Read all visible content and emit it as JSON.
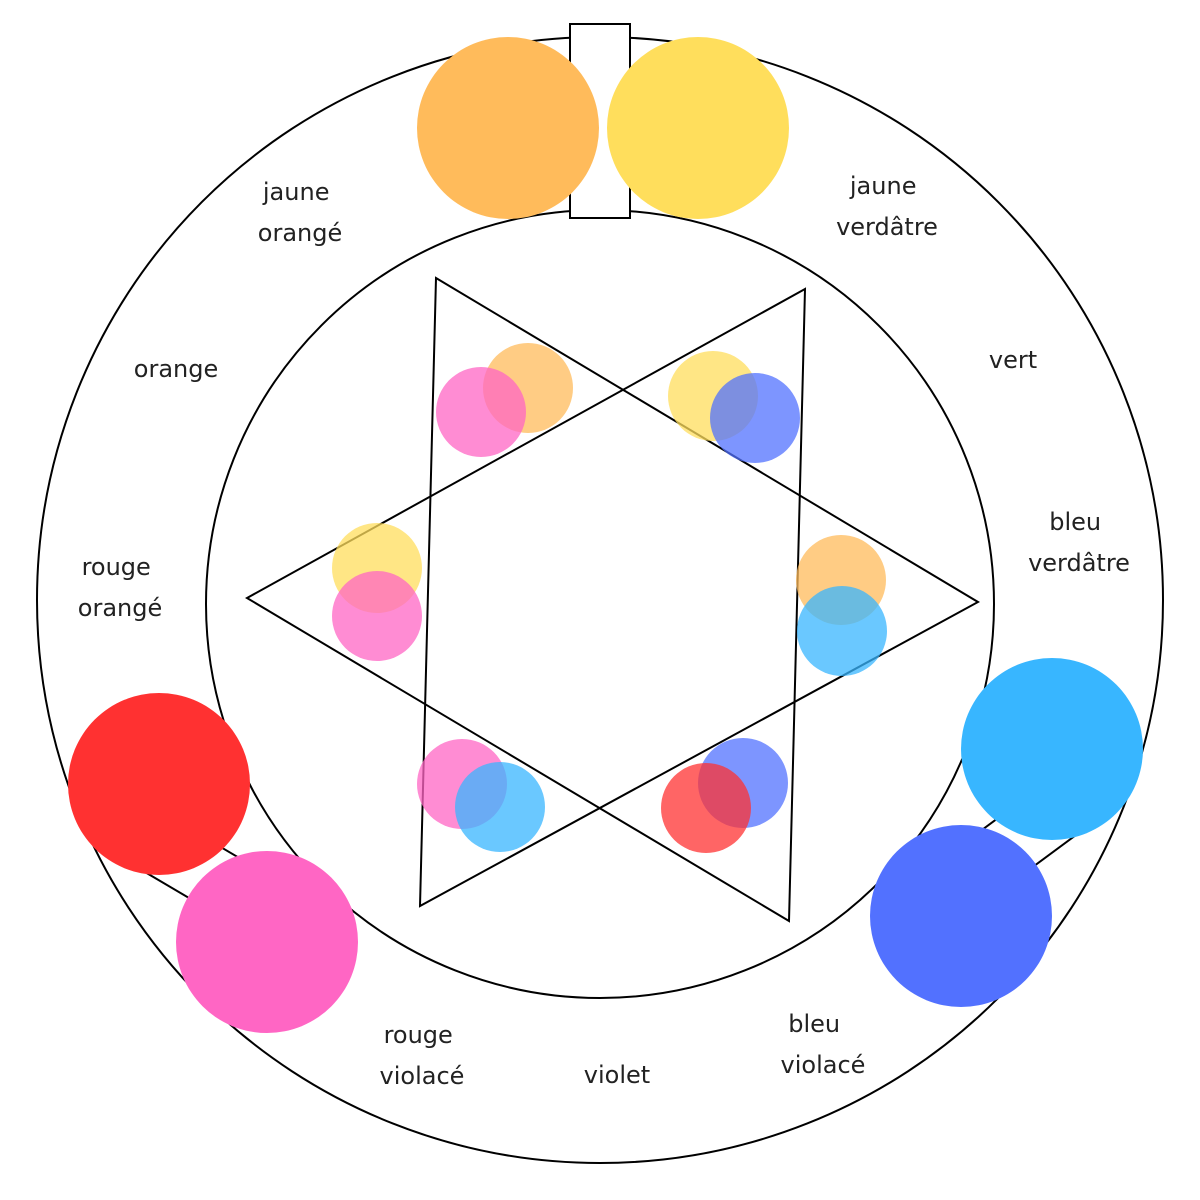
{
  "colors": {
    "orange": "#FFBB5B",
    "yellow": "#FFDE5C",
    "red": "#FF3131",
    "magenta": "#FF66C4",
    "cyan": "#38B6FF",
    "blue": "#5271FF",
    "outline": "#000000"
  },
  "labels": {
    "jaune_orange": [
      "jaune",
      "orangé"
    ],
    "jaune_verdatre": [
      "jaune",
      "verdâtre"
    ],
    "orange": [
      "orange"
    ],
    "vert": [
      "vert"
    ],
    "rouge_orange": [
      "rouge",
      "orangé"
    ],
    "bleu_verdatre": [
      "bleu",
      "verdâtre"
    ],
    "rouge_violace": [
      "rouge",
      "violacé"
    ],
    "violet": [
      "violet"
    ],
    "bleu_violace": [
      "bleu",
      "violacé"
    ]
  },
  "big_circles": [
    {
      "name": "orange-circle",
      "color": "orange"
    },
    {
      "name": "yellow-circle",
      "color": "yellow"
    },
    {
      "name": "red-circle",
      "color": "red"
    },
    {
      "name": "magenta-circle",
      "color": "magenta"
    },
    {
      "name": "cyan-circle",
      "color": "cyan"
    },
    {
      "name": "blue-circle",
      "color": "blue"
    }
  ],
  "star_tip_mixes": [
    {
      "tip": "top-left",
      "colors": [
        "orange",
        "magenta"
      ]
    },
    {
      "tip": "top-right",
      "colors": [
        "yellow",
        "blue"
      ]
    },
    {
      "tip": "left",
      "colors": [
        "yellow",
        "magenta"
      ]
    },
    {
      "tip": "right",
      "colors": [
        "orange",
        "cyan"
      ]
    },
    {
      "tip": "bottom-left",
      "colors": [
        "magenta",
        "cyan"
      ]
    },
    {
      "tip": "bottom-right",
      "colors": [
        "blue",
        "red"
      ]
    }
  ]
}
